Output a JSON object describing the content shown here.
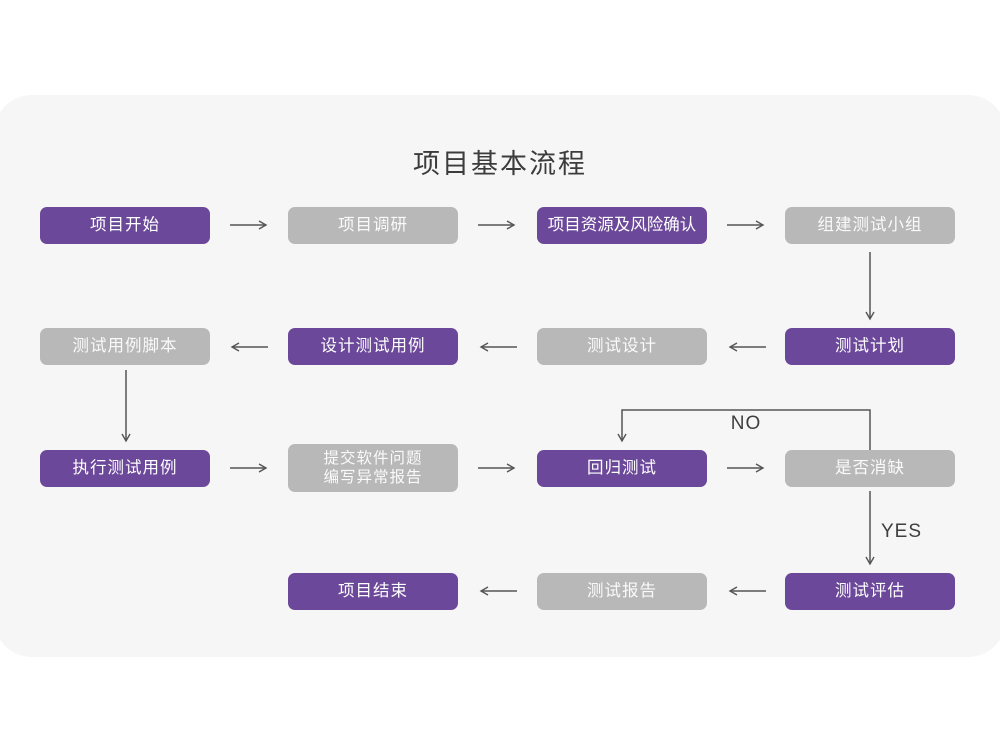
{
  "title": "项目基本流程",
  "colors": {
    "accent_purple": "#6b4899",
    "box_gray": "#b8b8b8",
    "card_background": "#f6f6f7",
    "arrow": "#555555",
    "box_text": "#ffffff"
  },
  "branch_labels": {
    "no": "NO",
    "yes": "YES"
  },
  "nodes": [
    {
      "label": "项目开始",
      "type": "purple"
    },
    {
      "label": "项目调研",
      "type": "gray"
    },
    {
      "label": "项目资源及风险确认",
      "type": "purple"
    },
    {
      "label": "组建测试小组",
      "type": "gray"
    },
    {
      "label": "测试计划",
      "type": "purple"
    },
    {
      "label": "测试设计",
      "type": "gray"
    },
    {
      "label": "设计测试用例",
      "type": "purple"
    },
    {
      "label": "测试用例脚本",
      "type": "gray"
    },
    {
      "label": "执行测试用例",
      "type": "purple"
    },
    {
      "label": "提交软件问题\n编写异常报告",
      "type": "gray"
    },
    {
      "label": "回归测试",
      "type": "purple"
    },
    {
      "label": "是否消缺",
      "type": "gray"
    },
    {
      "label": "测试评估",
      "type": "purple"
    },
    {
      "label": "测试报告",
      "type": "gray"
    },
    {
      "label": "项目结束",
      "type": "purple"
    }
  ]
}
